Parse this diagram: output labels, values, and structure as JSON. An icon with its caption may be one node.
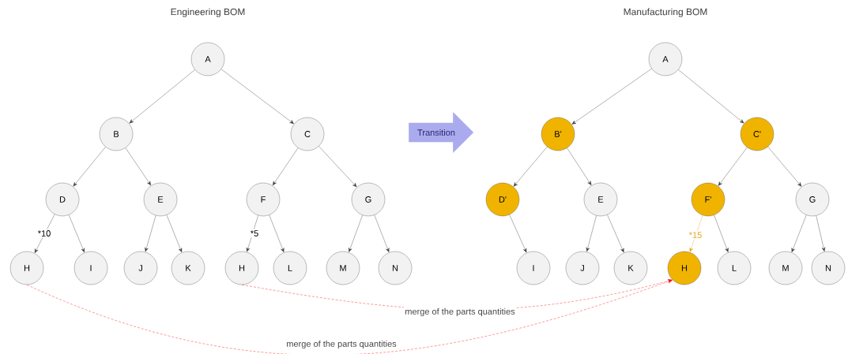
{
  "diagram": {
    "nodes": [
      {
        "text": [
          "A"
        ]
      },
      {
        "text": [
          "B"
        ]
      },
      {
        "text": [
          "C"
        ]
      },
      {
        "text": [
          "D"
        ]
      },
      {
        "text": [
          "E"
        ]
      },
      {
        "text": [
          "F"
        ]
      },
      {
        "text": [
          "G"
        ]
      },
      {
        "text": [
          "H"
        ]
      },
      {
        "text": [
          "I"
        ]
      },
      {
        "text": [
          "J"
        ]
      },
      {
        "text": [
          "K"
        ]
      },
      {
        "text": [
          "H"
        ]
      },
      {
        "text": [
          "L"
        ]
      },
      {
        "text": [
          "M"
        ]
      },
      {
        "text": [
          "N"
        ]
      },
      {
        "text": [
          "Transition"
        ]
      },
      {
        "text": [
          "A"
        ]
      },
      {
        "text": [
          "B'"
        ]
      },
      {
        "text": [
          "C'"
        ]
      },
      {
        "text": [
          "D'"
        ]
      },
      {
        "text": [
          "E"
        ]
      },
      {
        "text": [
          "F'"
        ]
      },
      {
        "text": [
          "G"
        ]
      },
      {
        "text": [
          "I"
        ]
      },
      {
        "text": [
          "J"
        ]
      },
      {
        "text": [
          "K"
        ]
      },
      {
        "text": [
          "H"
        ]
      },
      {
        "text": [
          "L"
        ]
      },
      {
        "text": [
          "M"
        ]
      },
      {
        "text": [
          "N"
        ]
      }
    ],
    "edges": [
      {
        "from": 0,
        "to": 1,
        "arrow": "to"
      },
      {
        "from": 0,
        "to": 2,
        "arrow": "to"
      },
      {
        "from": 1,
        "to": 3,
        "arrow": "to"
      },
      {
        "from": 1,
        "to": 4,
        "arrow": "to"
      },
      {
        "from": 2,
        "to": 5,
        "arrow": "to"
      },
      {
        "from": 2,
        "to": 6,
        "arrow": "to"
      },
      {
        "from": 3,
        "to": 7,
        "arrow": "to",
        "label": "*10"
      },
      {
        "from": 3,
        "to": 8,
        "arrow": "to"
      },
      {
        "from": 4,
        "to": 9,
        "arrow": "to"
      },
      {
        "from": 4,
        "to": 10,
        "arrow": "to"
      },
      {
        "from": 5,
        "to": 11,
        "arrow": "to",
        "label": "*5"
      },
      {
        "from": 5,
        "to": 12,
        "arrow": "to"
      },
      {
        "from": 6,
        "to": 13,
        "arrow": "to"
      },
      {
        "from": 6,
        "to": 14,
        "arrow": "to"
      },
      {
        "from": 16,
        "to": 17,
        "arrow": "to"
      },
      {
        "from": 16,
        "to": 18,
        "arrow": "to"
      },
      {
        "from": 17,
        "to": 19,
        "arrow": "to"
      },
      {
        "from": 17,
        "to": 20,
        "arrow": "to"
      },
      {
        "from": 18,
        "to": 21,
        "arrow": "to"
      },
      {
        "from": 18,
        "to": 22,
        "arrow": "to"
      },
      {
        "from": 19,
        "to": 23,
        "arrow": "to"
      },
      {
        "from": 20,
        "to": 24,
        "arrow": "to"
      },
      {
        "from": 20,
        "to": 25,
        "arrow": "to"
      },
      {
        "from": 21,
        "to": 26,
        "arrow": "to",
        "label": "*15",
        "color": "#e8a317"
      },
      {
        "from": 21,
        "to": 27,
        "arrow": "to"
      },
      {
        "from": 22,
        "to": 28,
        "arrow": "to"
      },
      {
        "from": 22,
        "to": 29,
        "arrow": "to"
      },
      {
        "from": 11,
        "to": 26,
        "arrow": "to",
        "label": "merge of the parts quantities",
        "style": "dashed",
        "color": "#ff0000"
      },
      {
        "from": 7,
        "to": 26,
        "arrow": "to",
        "label": "merge of the parts quantities",
        "style": "dashed",
        "color": "#ff0000"
      }
    ],
    "labels": [
      "Engineering BOM",
      "Manufacturing BOM"
    ]
  }
}
